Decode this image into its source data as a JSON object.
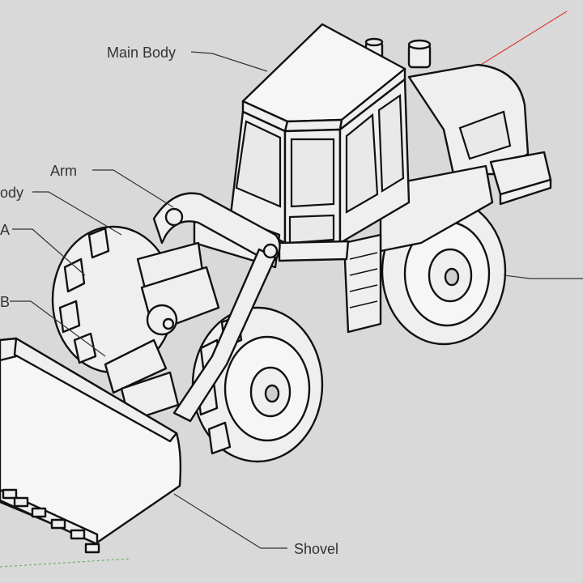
{
  "labels": {
    "main_body": "Main Body",
    "arm": "Arm",
    "body_cut": "ody",
    "a_cut": "A",
    "b_cut": "B",
    "shovel": "Shovel"
  },
  "colors": {
    "background": "#d9d9d9",
    "axis_red": "#d84040",
    "axis_green": "#5aa55a"
  }
}
